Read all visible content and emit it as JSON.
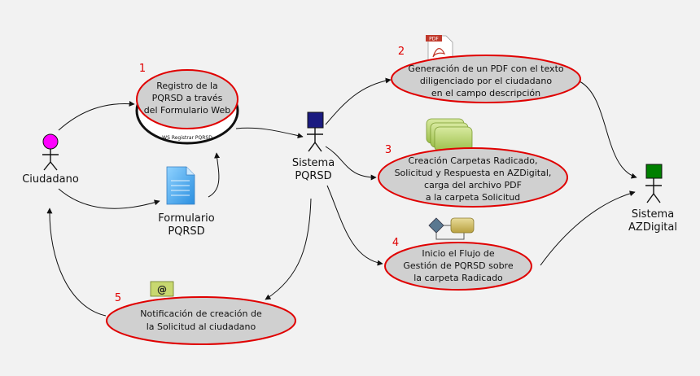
{
  "actors": {
    "ciudadano": {
      "label": "Ciudadano",
      "color": "#ff00ff"
    },
    "sistema_pqrsd": {
      "label_lines": [
        "Sistema",
        "PQRSD"
      ],
      "color": "#1a1a80"
    },
    "sistema_azdigital": {
      "label_lines": [
        "Sistema",
        "AZDigital"
      ],
      "color": "#008000"
    }
  },
  "nodes": {
    "registro": {
      "number": "1",
      "lines": [
        "Registro de la",
        "PQRSD a través",
        "del Formulario Web"
      ],
      "ws_label": "WS Registrar PQRSD"
    },
    "pdf": {
      "number": "2",
      "lines": [
        "Generación de un PDF con el texto",
        "diligenciado por el ciudadano",
        "en el campo descripción"
      ],
      "icon_label": "PDF"
    },
    "carpetas": {
      "number": "3",
      "lines": [
        "Creación Carpetas Radicado,",
        "Solicitud y Respuesta en AZDigital,",
        "carga del archivo PDF",
        "a la carpeta Solicitud"
      ]
    },
    "flujo": {
      "number": "4",
      "lines": [
        "Inicio el Flujo de",
        "Gestión de PQRSD sobre",
        "la carpeta Radicado"
      ]
    },
    "notificacion": {
      "number": "5",
      "lines": [
        "Notificación de creación de",
        "la Solicitud al ciudadano"
      ],
      "icon_label": "@"
    }
  },
  "formulario": {
    "lines": [
      "Formulario",
      "PQRSD"
    ]
  },
  "colors": {
    "node_fill": "#d0d0d0",
    "node_stroke": "#e00000",
    "number": "#e00000",
    "arrow": "#111111"
  }
}
